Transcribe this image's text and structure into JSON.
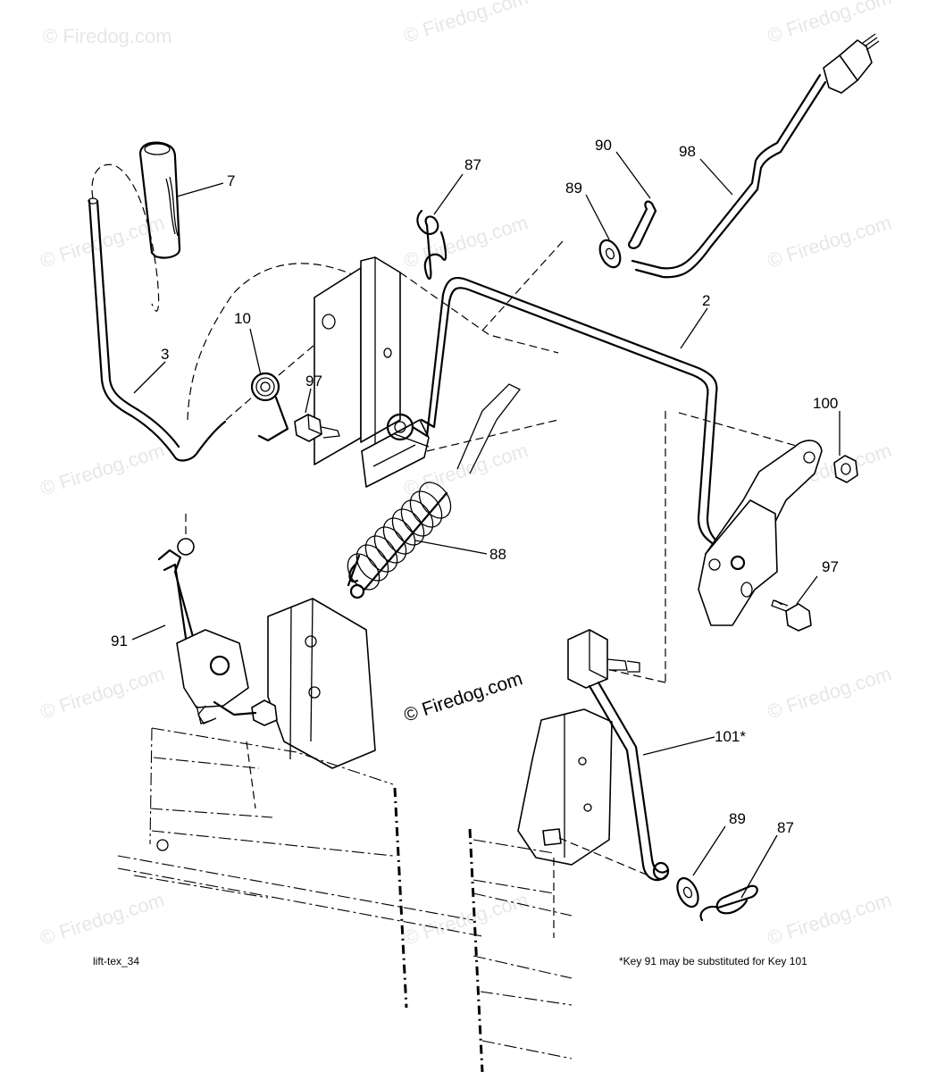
{
  "watermark": "© Firedog.com",
  "center_watermark": "© Firedog.com",
  "diagram_id": "lift-tex_34",
  "footnote": "*Key 91 may be substituted for Key 101",
  "callouts": [
    "7",
    "3",
    "10",
    "97",
    "87",
    "90",
    "89",
    "98",
    "2",
    "100",
    "88",
    "97",
    "91",
    "101*",
    "89",
    "87"
  ]
}
